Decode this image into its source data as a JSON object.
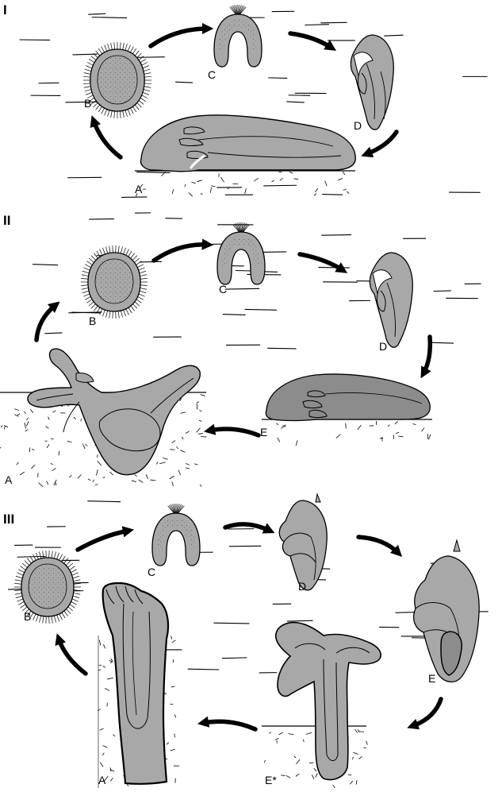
{
  "panels": [
    {
      "numeral": "I",
      "labels": {
        "a": "A",
        "b": "B",
        "c": "C",
        "d": "D"
      }
    },
    {
      "numeral": "II",
      "labels": {
        "a": "A",
        "b": "B",
        "c": "C",
        "d": "D",
        "e": "E"
      }
    },
    {
      "numeral": "III",
      "labels": {
        "a": "A",
        "b": "B",
        "c": "C",
        "d": "D",
        "e": "E",
        "estar": "E*"
      }
    }
  ],
  "colors": {
    "body_fill": "#a8a8a8",
    "dark_fill": "#8c8c8c",
    "stroke": "#000000",
    "arrow": "#000000",
    "background": "#ffffff"
  }
}
